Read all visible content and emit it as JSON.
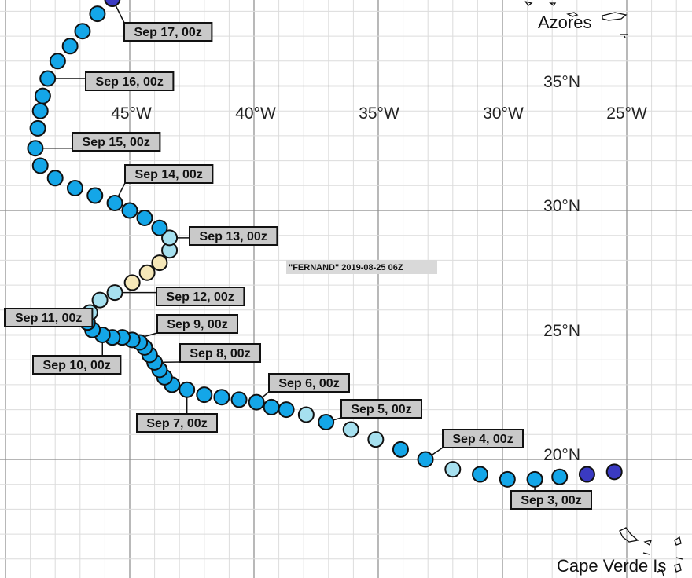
{
  "storm": {
    "title": "\"FERNAND\" 2019-08-25 06Z"
  },
  "axes": {
    "lon_labels": [
      "45°W",
      "40°W",
      "35°W",
      "30°W",
      "25°W"
    ],
    "lat_labels": [
      "35°N",
      "30°N",
      "25°N",
      "20°N"
    ]
  },
  "places": {
    "azores": "Azores",
    "cape_verde": "Cape Verde Is"
  },
  "colors": {
    "strong": "#3a3ac2",
    "storm": "#14a6e8",
    "depression": "#a6e0ef",
    "subtropical": "#f5e7b8",
    "outline": "#111111"
  },
  "track": [
    {
      "lat": 19.5,
      "lon": -25.5,
      "cat": "strong"
    },
    {
      "lat": 19.4,
      "lon": -26.6,
      "cat": "strong"
    },
    {
      "lat": 19.3,
      "lon": -27.7,
      "cat": "storm"
    },
    {
      "lat": 19.2,
      "lon": -28.7,
      "cat": "storm"
    },
    {
      "lat": 19.2,
      "lon": -29.8,
      "cat": "storm"
    },
    {
      "lat": 19.4,
      "lon": -30.9,
      "cat": "storm"
    },
    {
      "lat": 19.6,
      "lon": -32.0,
      "cat": "depression"
    },
    {
      "lat": 20.0,
      "lon": -33.1,
      "cat": "storm"
    },
    {
      "lat": 20.4,
      "lon": -34.1,
      "cat": "storm"
    },
    {
      "lat": 20.8,
      "lon": -35.1,
      "cat": "depression"
    },
    {
      "lat": 21.2,
      "lon": -36.1,
      "cat": "depression"
    },
    {
      "lat": 21.5,
      "lon": -37.1,
      "cat": "storm"
    },
    {
      "lat": 21.8,
      "lon": -37.9,
      "cat": "depression"
    },
    {
      "lat": 22.0,
      "lon": -38.7,
      "cat": "storm"
    },
    {
      "lat": 22.1,
      "lon": -39.3,
      "cat": "storm"
    },
    {
      "lat": 22.3,
      "lon": -39.9,
      "cat": "storm"
    },
    {
      "lat": 22.4,
      "lon": -40.6,
      "cat": "storm"
    },
    {
      "lat": 22.5,
      "lon": -41.3,
      "cat": "storm"
    },
    {
      "lat": 22.6,
      "lon": -42.0,
      "cat": "storm"
    },
    {
      "lat": 22.8,
      "lon": -42.7,
      "cat": "storm"
    },
    {
      "lat": 23.0,
      "lon": -43.3,
      "cat": "storm"
    },
    {
      "lat": 23.3,
      "lon": -43.6,
      "cat": "storm"
    },
    {
      "lat": 23.6,
      "lon": -43.8,
      "cat": "storm"
    },
    {
      "lat": 23.9,
      "lon": -44.0,
      "cat": "storm"
    },
    {
      "lat": 24.2,
      "lon": -44.2,
      "cat": "storm"
    },
    {
      "lat": 24.5,
      "lon": -44.4,
      "cat": "storm"
    },
    {
      "lat": 24.7,
      "lon": -44.6,
      "cat": "storm"
    },
    {
      "lat": 24.8,
      "lon": -44.9,
      "cat": "storm"
    },
    {
      "lat": 24.9,
      "lon": -45.3,
      "cat": "storm"
    },
    {
      "lat": 24.9,
      "lon": -45.7,
      "cat": "storm"
    },
    {
      "lat": 25.0,
      "lon": -46.1,
      "cat": "storm"
    },
    {
      "lat": 25.2,
      "lon": -46.5,
      "cat": "storm"
    },
    {
      "lat": 25.5,
      "lon": -46.7,
      "cat": "storm"
    },
    {
      "lat": 25.9,
      "lon": -46.6,
      "cat": "depression"
    },
    {
      "lat": 26.4,
      "lon": -46.2,
      "cat": "depression"
    },
    {
      "lat": 26.7,
      "lon": -45.6,
      "cat": "depression"
    },
    {
      "lat": 27.1,
      "lon": -44.9,
      "cat": "subtropical"
    },
    {
      "lat": 27.5,
      "lon": -44.3,
      "cat": "subtropical"
    },
    {
      "lat": 27.9,
      "lon": -43.8,
      "cat": "subtropical"
    },
    {
      "lat": 28.4,
      "lon": -43.4,
      "cat": "depression"
    },
    {
      "lat": 28.9,
      "lon": -43.4,
      "cat": "depression"
    },
    {
      "lat": 29.3,
      "lon": -43.8,
      "cat": "storm"
    },
    {
      "lat": 29.7,
      "lon": -44.4,
      "cat": "storm"
    },
    {
      "lat": 30.0,
      "lon": -45.0,
      "cat": "storm"
    },
    {
      "lat": 30.3,
      "lon": -45.6,
      "cat": "storm"
    },
    {
      "lat": 30.6,
      "lon": -46.4,
      "cat": "storm"
    },
    {
      "lat": 30.9,
      "lon": -47.2,
      "cat": "storm"
    },
    {
      "lat": 31.3,
      "lon": -48.0,
      "cat": "storm"
    },
    {
      "lat": 31.8,
      "lon": -48.6,
      "cat": "storm"
    },
    {
      "lat": 32.5,
      "lon": -48.8,
      "cat": "storm"
    },
    {
      "lat": 33.3,
      "lon": -48.7,
      "cat": "storm"
    },
    {
      "lat": 34.0,
      "lon": -48.6,
      "cat": "storm"
    },
    {
      "lat": 34.6,
      "lon": -48.5,
      "cat": "storm"
    },
    {
      "lat": 35.3,
      "lon": -48.3,
      "cat": "storm"
    },
    {
      "lat": 36.0,
      "lon": -47.9,
      "cat": "storm"
    },
    {
      "lat": 36.6,
      "lon": -47.4,
      "cat": "storm"
    },
    {
      "lat": 37.2,
      "lon": -46.9,
      "cat": "storm"
    },
    {
      "lat": 37.9,
      "lon": -46.3,
      "cat": "storm"
    },
    {
      "lat": 38.5,
      "lon": -45.7,
      "cat": "strong"
    }
  ],
  "date_labels": [
    {
      "text": "Sep 3, 00z",
      "point": 3
    },
    {
      "text": "Sep 4, 00z",
      "point": 7
    },
    {
      "text": "Sep 5, 00z",
      "point": 11
    },
    {
      "text": "Sep 6, 00z",
      "point": 15
    },
    {
      "text": "Sep 7, 00z",
      "point": 19
    },
    {
      "text": "Sep 8, 00z",
      "point": 23
    },
    {
      "text": "Sep 9, 00z",
      "point": 27
    },
    {
      "text": "Sep 10, 00z",
      "point": 30
    },
    {
      "text": "Sep 11, 00z",
      "point": 32
    },
    {
      "text": "Sep 12, 00z",
      "point": 35
    },
    {
      "text": "Sep 13, 00z",
      "point": 40
    },
    {
      "text": "Sep 14, 00z",
      "point": 44
    },
    {
      "text": "Sep 15, 00z",
      "point": 49
    },
    {
      "text": "Sep 16, 00z",
      "point": 53
    },
    {
      "text": "Sep 17, 00z",
      "point": 58
    }
  ]
}
